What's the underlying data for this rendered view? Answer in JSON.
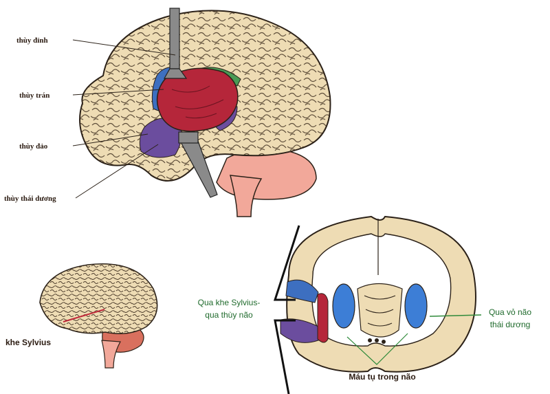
{
  "top_figure": {
    "labels": {
      "parietal": "thùy đỉnh",
      "frontal": "thùy trán",
      "insula": "thùy đảo",
      "temporal": "thùy thái dương"
    }
  },
  "small_figure": {
    "label": "khe Sylvius"
  },
  "coronal_figure": {
    "left_label_line1": "Qua khe Sylvius-",
    "left_label_line2": "qua thùy não",
    "right_label_line1": "Qua vỏ não",
    "right_label_line2": "thái dương",
    "bottom_label": "Máu tụ trong não"
  },
  "colors": {
    "brain_fill": "#eedcb4",
    "brain_outline": "#2b2118",
    "hematoma": "#b5263a",
    "frontal_blue": "#3d6fc0",
    "insula_purple": "#6b4d9e",
    "parietal_green": "#4a9a55",
    "cerebellum": "#f2a89a",
    "instrument": "#7a7a7a",
    "green_line": "#2f8a3a"
  }
}
